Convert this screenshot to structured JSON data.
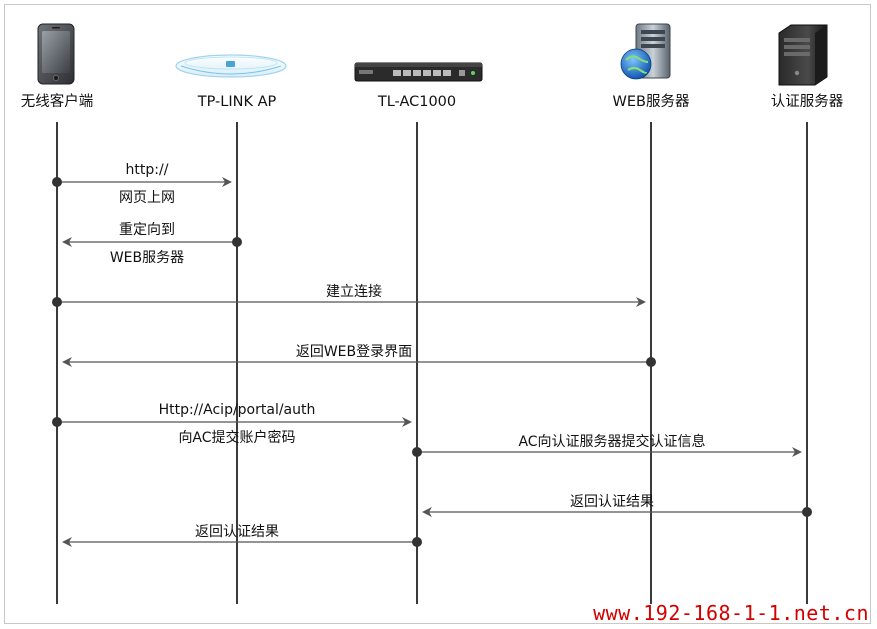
{
  "participants": [
    {
      "id": "client",
      "label": "无线客户端",
      "icon": "smartphone-icon"
    },
    {
      "id": "ap",
      "label": "TP-LINK AP",
      "icon": "ceiling-ap-icon"
    },
    {
      "id": "ac",
      "label": "TL-AC1000",
      "icon": "rack-switch-icon"
    },
    {
      "id": "web",
      "label": "WEB服务器",
      "icon": "web-server-icon"
    },
    {
      "id": "auth",
      "label": "认证服务器",
      "icon": "tower-server-icon"
    }
  ],
  "messages": [
    {
      "from": "client",
      "to": "ap",
      "lines": [
        "http://",
        "网页上网"
      ]
    },
    {
      "from": "ap",
      "to": "client",
      "lines": [
        "重定向到",
        "WEB服务器"
      ]
    },
    {
      "from": "client",
      "to": "web",
      "lines": [
        "建立连接"
      ]
    },
    {
      "from": "web",
      "to": "client",
      "lines": [
        "返回WEB登录界面"
      ]
    },
    {
      "from": "client",
      "to": "ac",
      "lines": [
        "Http://Acip/portal/auth",
        "向AC提交账户密码"
      ]
    },
    {
      "from": "ac",
      "to": "auth",
      "lines": [
        "AC向认证服务器提交认证信息"
      ]
    },
    {
      "from": "auth",
      "to": "ac",
      "lines": [
        "返回认证结果"
      ]
    },
    {
      "from": "ac",
      "to": "client",
      "lines": [
        "返回认证结果"
      ]
    }
  ],
  "watermark": "www.192-168-1-1.net.cn",
  "colors": {
    "line": "#3a3a3a",
    "arrow": "#555555",
    "dot": "#333333",
    "watermark": "#d40000"
  }
}
